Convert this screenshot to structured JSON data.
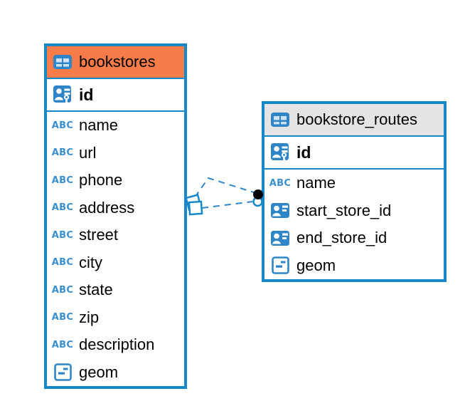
{
  "colors": {
    "accent_blue": "#1688c9",
    "icon_blue": "#2e86c8",
    "line_blue": "#2e86c8",
    "bookstores_header": "#f87b4a",
    "bookstore_routes_header": "#e4e4e4",
    "text": "#000000",
    "dot_marker": "#000000"
  },
  "icon_labels": {
    "text": "ABC"
  },
  "tables": [
    {
      "name": "bookstores",
      "header_color": "#f87b4a",
      "key_columns": [
        {
          "name": "id",
          "icon": "primary-key-icon"
        }
      ],
      "columns": [
        {
          "name": "name",
          "icon": "text-icon"
        },
        {
          "name": "url",
          "icon": "text-icon"
        },
        {
          "name": "phone",
          "icon": "text-icon"
        },
        {
          "name": "address",
          "icon": "text-icon"
        },
        {
          "name": "street",
          "icon": "text-icon"
        },
        {
          "name": "city",
          "icon": "text-icon"
        },
        {
          "name": "state",
          "icon": "text-icon"
        },
        {
          "name": "zip",
          "icon": "text-icon"
        },
        {
          "name": "description",
          "icon": "text-icon"
        },
        {
          "name": "geom",
          "icon": "geometry-icon"
        }
      ]
    },
    {
      "name": "bookstore_routes",
      "header_color": "#e4e4e4",
      "key_columns": [
        {
          "name": "id",
          "icon": "primary-key-icon"
        }
      ],
      "columns": [
        {
          "name": "name",
          "icon": "text-icon"
        },
        {
          "name": "start_store_id",
          "icon": "reference-icon"
        },
        {
          "name": "end_store_id",
          "icon": "reference-icon"
        },
        {
          "name": "geom",
          "icon": "geometry-icon"
        }
      ]
    }
  ],
  "relationships": [
    {
      "from_table": "bookstores",
      "to_table": "bookstore_routes",
      "line_style": "dashed"
    },
    {
      "from_table": "bookstores",
      "to_table": "bookstore_routes",
      "line_style": "dashed"
    }
  ]
}
